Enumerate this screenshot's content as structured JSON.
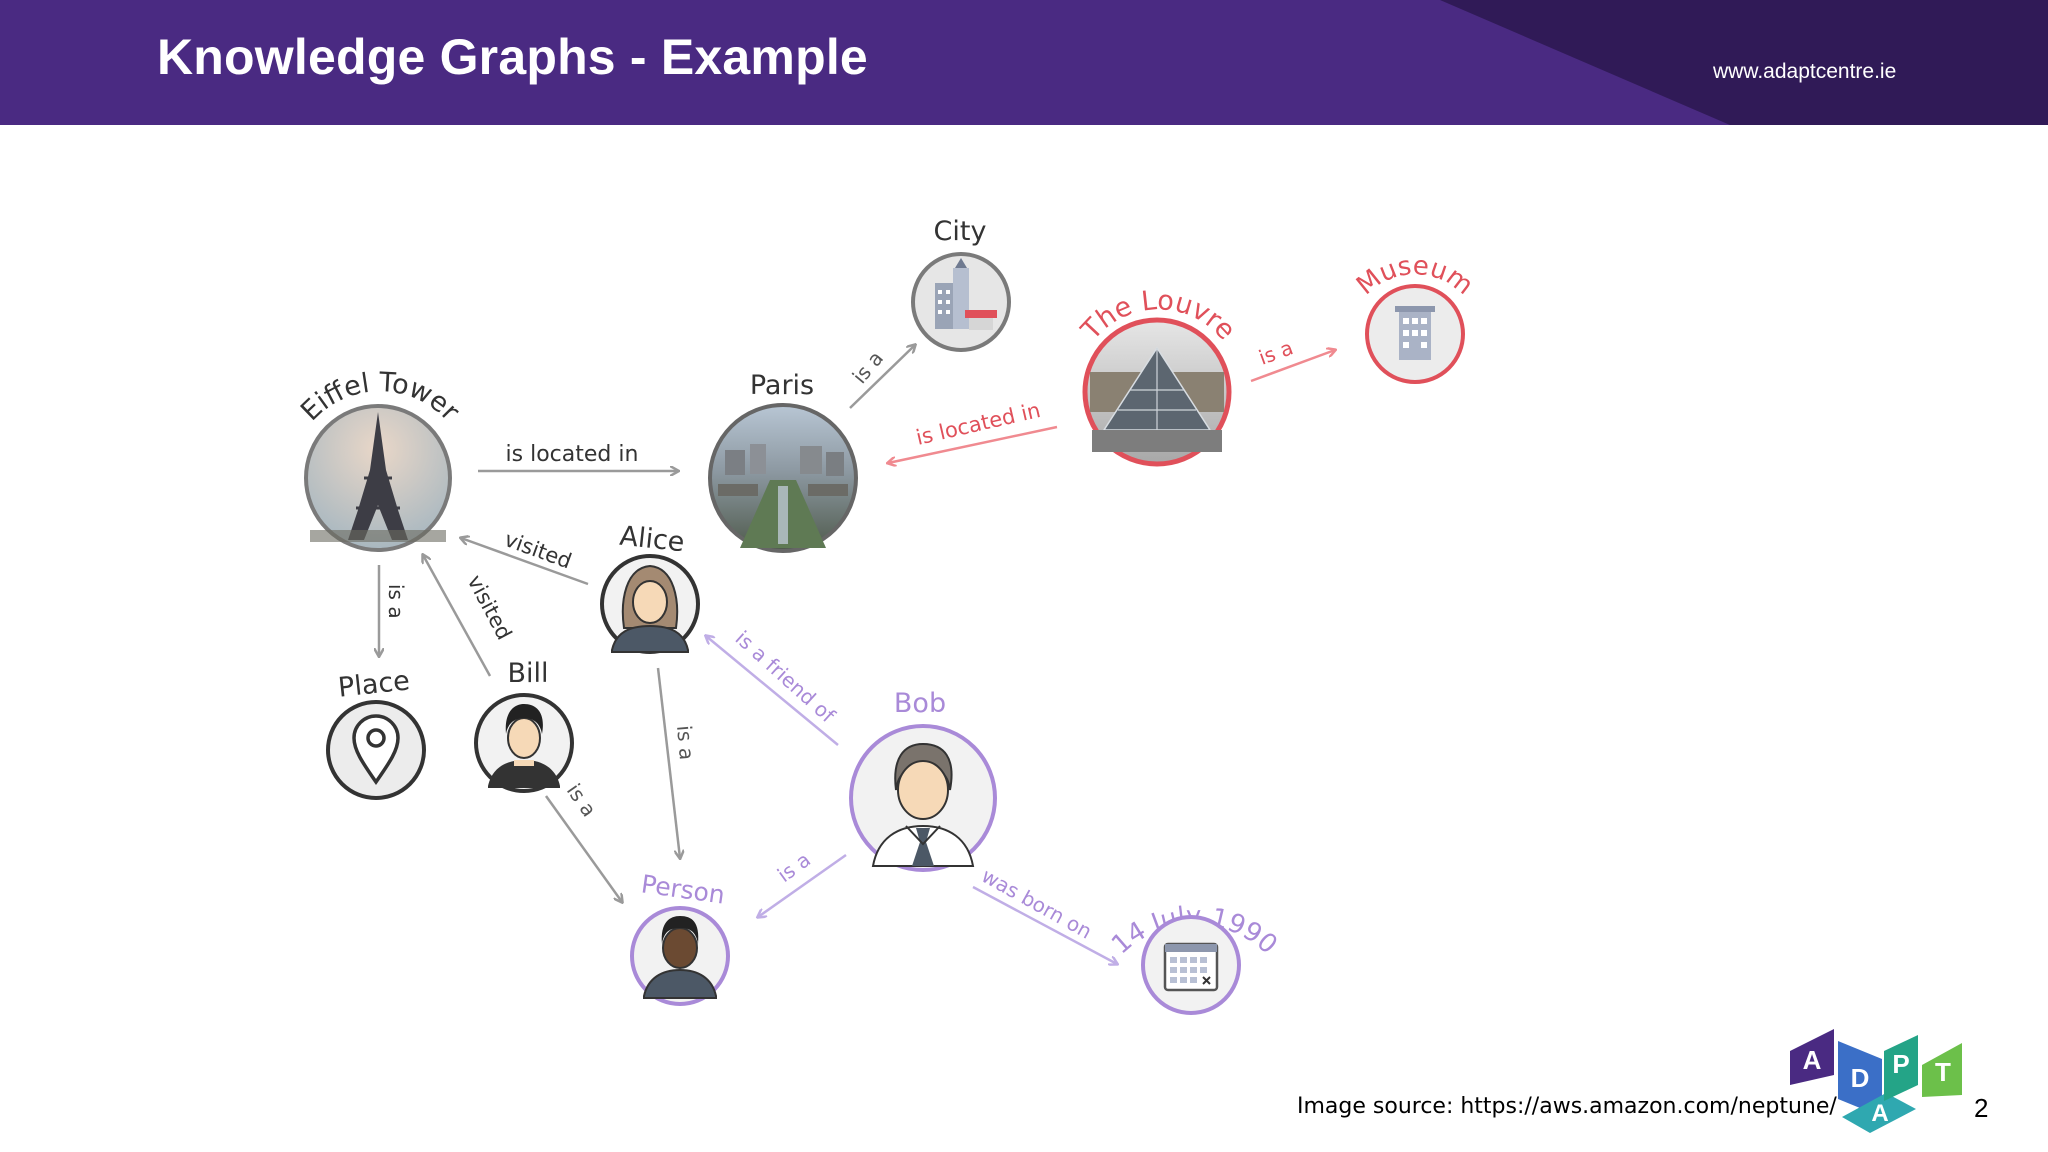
{
  "header": {
    "title": "Knowledge Graphs - Example",
    "url": "www.adaptcentre.ie",
    "background": "#4a2a82"
  },
  "colors": {
    "neutral": "#555555",
    "arrow_gray": "#9a9a9a",
    "red": "#e0505a",
    "purple": "#a98ad8"
  },
  "nodes": {
    "eiffel": {
      "label": "Eiffel Tower",
      "icon": "eiffel-tower-photo"
    },
    "paris": {
      "label": "Paris",
      "icon": "paris-city-photo"
    },
    "city": {
      "label": "City",
      "icon": "city-buildings-icon"
    },
    "louvre": {
      "label": "The Louvre",
      "icon": "louvre-pyramid-photo"
    },
    "museum": {
      "label": "Museum",
      "icon": "museum-building-icon"
    },
    "alice": {
      "label": "Alice",
      "icon": "woman-avatar-icon"
    },
    "place": {
      "label": "Place",
      "icon": "map-pin-icon"
    },
    "bill": {
      "label": "Bill",
      "icon": "man-avatar-icon"
    },
    "bob": {
      "label": "Bob",
      "icon": "businessman-avatar-icon"
    },
    "person": {
      "label": "Person",
      "icon": "person-avatar-icon"
    },
    "date": {
      "label": "14 July 1990",
      "icon": "calendar-icon"
    }
  },
  "edges": {
    "eiffel_paris": "is located in",
    "paris_city": "is a",
    "louvre_paris": "is located in",
    "louvre_museum": "is a",
    "alice_eiffel": "visited",
    "bill_eiffel": "visited",
    "eiffel_place": "is a",
    "alice_person": "is a",
    "bob_alice": "is a friend of",
    "bill_person": "is a",
    "bob_person": "is a",
    "bob_date": "was born on"
  },
  "footer": {
    "image_source": "Image source: https://aws.amazon.com/neptune/",
    "page_number": "2"
  },
  "logo": {
    "letters": [
      "A",
      "D",
      "A",
      "P",
      "T"
    ]
  }
}
